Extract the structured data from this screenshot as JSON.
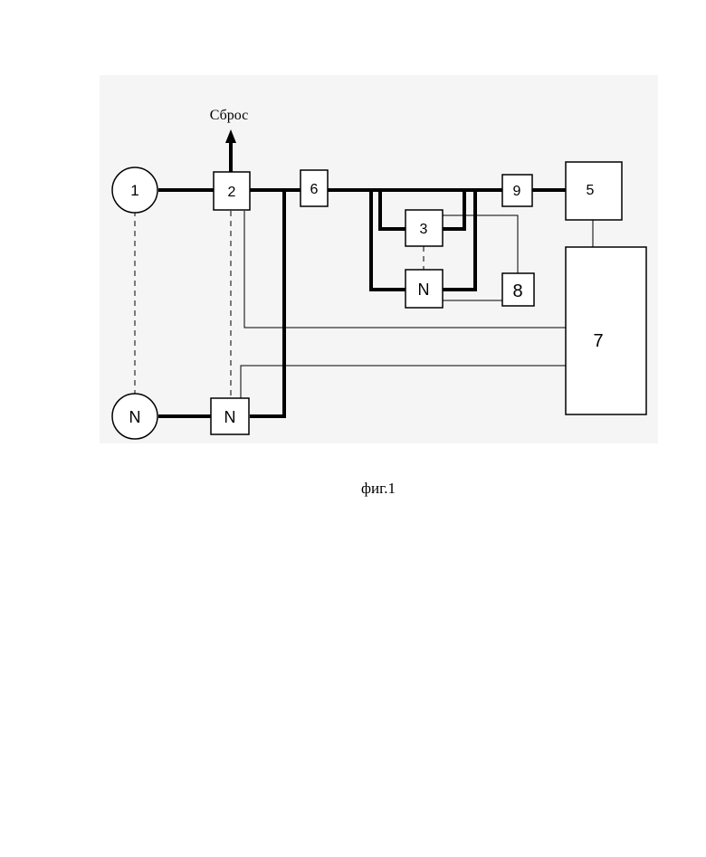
{
  "diagram": {
    "output_label": "Сброс",
    "caption": "фиг.1",
    "colors": {
      "panel": "#f5f5f5",
      "ink": "#000000",
      "paper": "#ffffff"
    },
    "nodes": {
      "source_1": "1",
      "source_n": "N",
      "block_2": "2",
      "block_2n": "N",
      "block_6": "6",
      "block_3": "3",
      "block_3n": "N",
      "block_9": "9",
      "block_5": "5",
      "block_8": "8",
      "block_7": "7"
    }
  }
}
